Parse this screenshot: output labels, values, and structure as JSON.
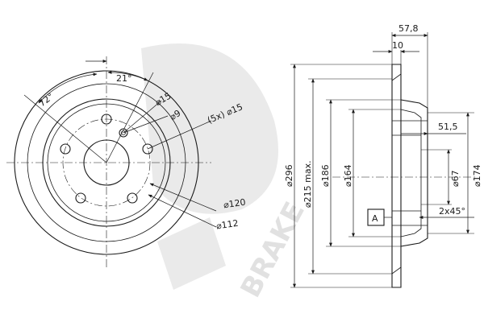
{
  "watermark": {
    "text": "BRAKE"
  },
  "front_view": {
    "angle_72": "72°",
    "angle_21": "21°",
    "dia_15": "⌀15",
    "dia_9": "⌀9",
    "holes_15": "(5x) ⌀15",
    "dia_120": "⌀120",
    "dia_112": "⌀112"
  },
  "side_view": {
    "dim_57_8": "57,8",
    "dim_10": "10",
    "dim_51_5": "51,5",
    "dia_296": "⌀296",
    "dia_215": "⌀215 max.",
    "dia_186": "⌀186",
    "dia_164": "⌀164",
    "dia_67": "⌀67",
    "dia_174": "⌀174",
    "chamfer": "2x45°",
    "datum": "A"
  }
}
